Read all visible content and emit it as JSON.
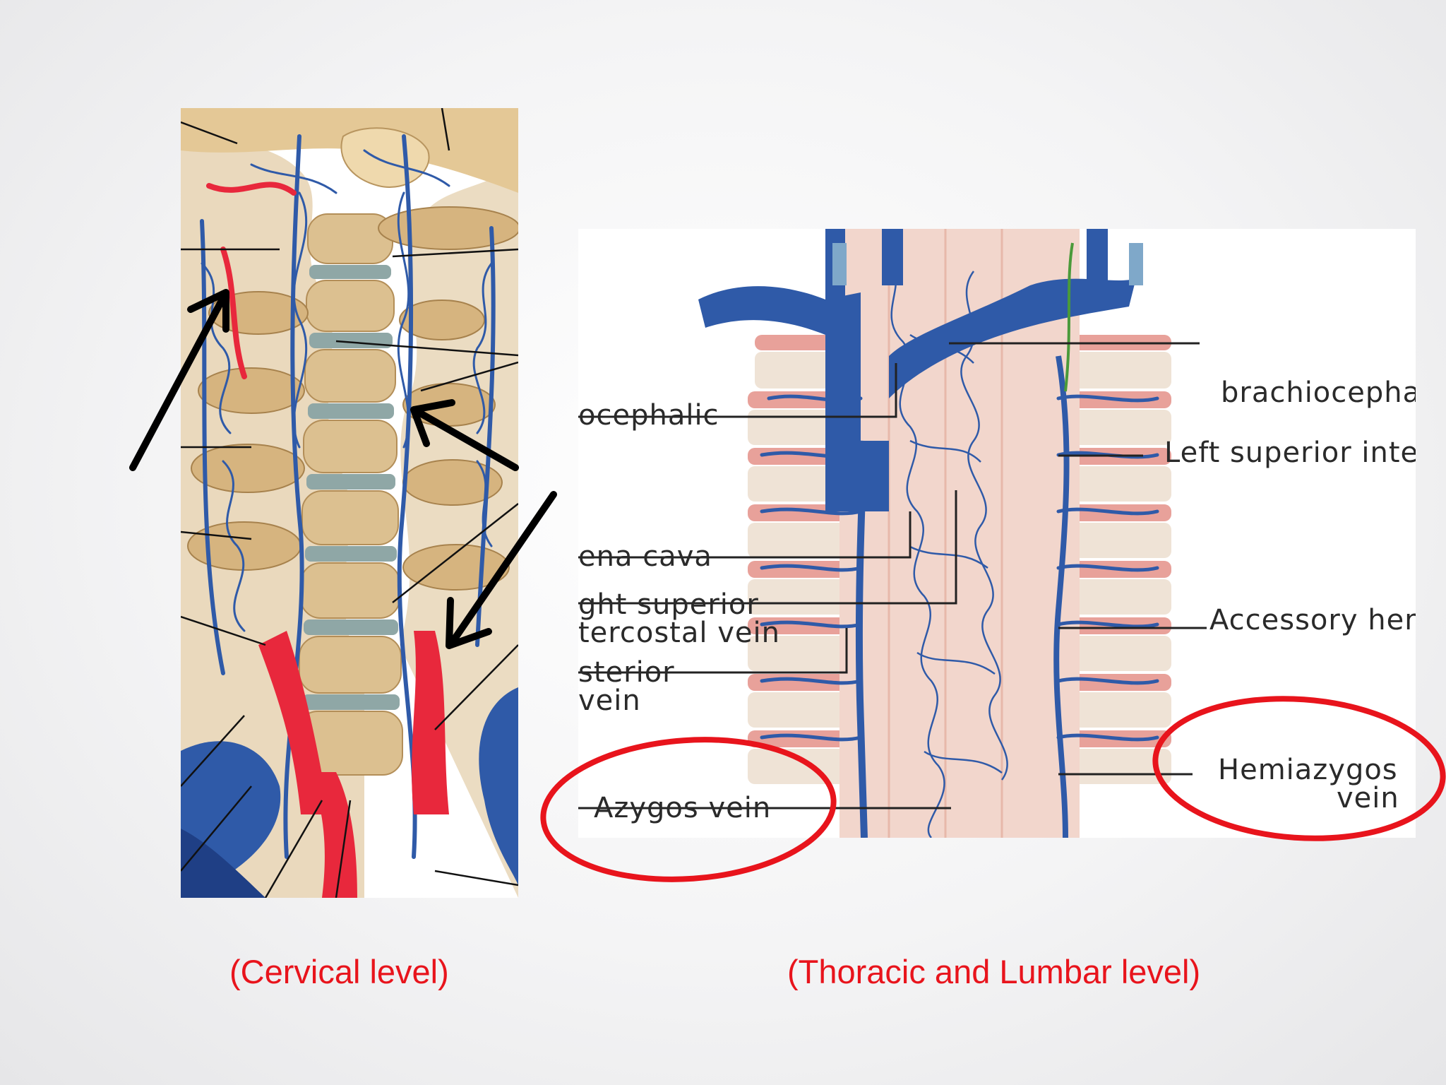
{
  "captions": {
    "cervical": "(Cervical level)",
    "thoracic": "(Thoracic and Lumbar level)"
  },
  "thoracic_labels": {
    "brachiocephalic_left": "ocephalic",
    "brachiocephalic_right": "brachiocepha",
    "left_superior_intercostal": "Left superior inte",
    "vena_cava": "ena cava",
    "right_superior_line1": "ght superior",
    "right_superior_line2": "tercostal vein",
    "posterior_line1": "sterior",
    "posterior_line2": "vein",
    "accessory": "Accessory hem",
    "azygos": "Azygos vein",
    "hemiazygos_line1": "Hemiazygos",
    "hemiazygos_line2": "vein"
  },
  "colors": {
    "caption_red": "#e8141c",
    "highlight_circle": "#e8141c",
    "vein_blue": "#2f5aa8",
    "artery_red": "#e8283c",
    "bone": "#d9b98a",
    "rib_pink": "#e89a94",
    "arrow": "#000000"
  }
}
